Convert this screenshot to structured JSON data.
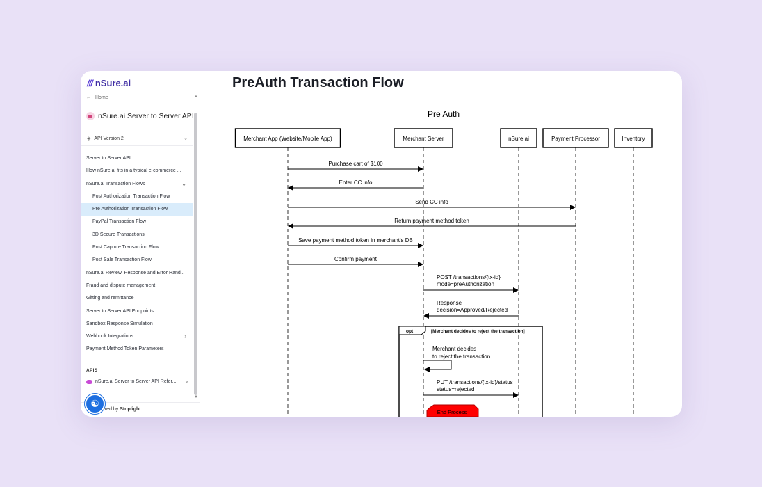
{
  "brand": {
    "logo_mark": "///",
    "name": "nSure.ai"
  },
  "nav": {
    "home_label": "Home",
    "project_title": "nSure.ai Server to Server API",
    "version_label": "API Version 2",
    "items": [
      {
        "label": "Server to Server API"
      },
      {
        "label": "How nSure.ai fits in a typical e-commerce ..."
      },
      {
        "label": "nSure.ai Transaction Flows",
        "caret": "⌄"
      },
      {
        "label": "Post Authorization Transaction Flow"
      },
      {
        "label": "Pre Authorization Transaction Flow"
      },
      {
        "label": "PayPal Transaction Flow"
      },
      {
        "label": "3D Secure Transactions"
      },
      {
        "label": "Post Capture Transaction Flow"
      },
      {
        "label": "Post Sale Transaction Flow"
      },
      {
        "label": "nSure.ai Review, Response and Error Hand..."
      },
      {
        "label": "Fraud and dispute management"
      },
      {
        "label": "Gifting and remittance"
      },
      {
        "label": "Server to Server API Endpoints"
      },
      {
        "label": "Sandbox Response Simulation"
      },
      {
        "label": "Webhook Integrations",
        "caret": "›"
      },
      {
        "label": "Payment Method Token Parameters"
      }
    ],
    "apis_heading": "APIS",
    "api_ref_label": "nSure.ai Server to Server API Refer...",
    "api_ref_caret": "›",
    "footer_prefix": "owered by ",
    "footer_brand": "Stoplight"
  },
  "content": {
    "page_title": "PreAuth Transaction Flow"
  },
  "diagram": {
    "title": "Pre Auth",
    "participants": [
      "Merchant App (Website/Mobile App)",
      "Merchant Server",
      "nSure.ai",
      "Payment Processor",
      "Inventory"
    ],
    "messages": [
      {
        "from": 0,
        "to": 1,
        "lines": [
          "Purchase cart of $100"
        ]
      },
      {
        "from": 1,
        "to": 0,
        "lines": [
          "Enter CC info"
        ]
      },
      {
        "from": 0,
        "to": 3,
        "lines": [
          "Send CC info"
        ]
      },
      {
        "from": 3,
        "to": 0,
        "lines": [
          "Return payment method token"
        ]
      },
      {
        "from": 0,
        "to": 1,
        "lines": [
          "Save payment method token in merchant's DB"
        ]
      },
      {
        "from": 0,
        "to": 1,
        "lines": [
          "Confirm payment"
        ]
      },
      {
        "from": 1,
        "to": 2,
        "lines": [
          "POST /transactions/{tx-id}",
          "mode=preAuthorization"
        ]
      },
      {
        "from": 2,
        "to": 1,
        "lines": [
          "Response",
          "decision=Approved/Rejected"
        ]
      },
      {
        "from": 1,
        "to": 1,
        "lines": [
          "Merchant decides",
          "to reject the transaction"
        ]
      },
      {
        "from": 1,
        "to": 2,
        "lines": [
          "PUT /transactions/{tx-id}/status",
          "status=rejected"
        ]
      }
    ],
    "fragment": {
      "tag": "opt",
      "condition": "[Merchant decides to reject the transaction]"
    },
    "terminal": "End Process",
    "terminal_color": "#ff0000"
  },
  "colors": {
    "accent": "#5b3fd6",
    "active_bg": "#d9ecfb",
    "background": "#e9e1f7"
  }
}
